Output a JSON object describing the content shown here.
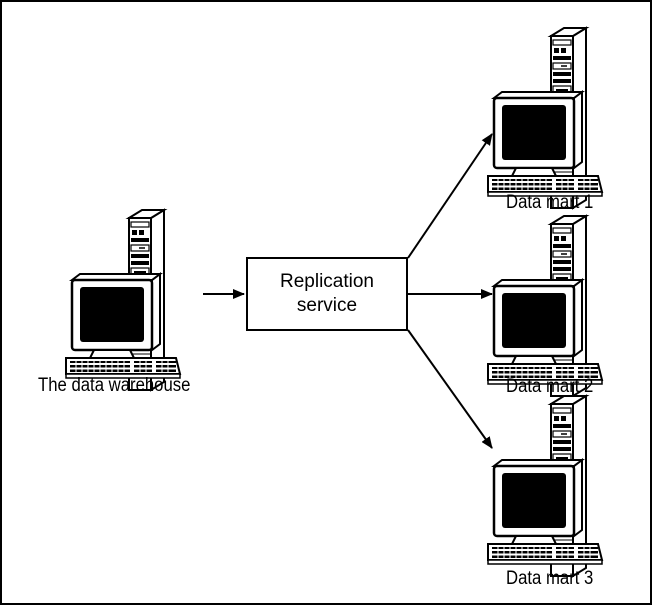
{
  "diagram": {
    "source": {
      "label": "The data warehouse",
      "icon": "computer-workstation-icon"
    },
    "process": {
      "line1": "Replication",
      "line2": "service"
    },
    "targets": [
      {
        "label": "Data mart 1",
        "icon": "computer-workstation-icon"
      },
      {
        "label": "Data mart 2",
        "icon": "computer-workstation-icon"
      },
      {
        "label": "Data mart 3",
        "icon": "computer-workstation-icon"
      }
    ],
    "colors": {
      "stroke": "#000000",
      "screen": "#000000",
      "background": "#ffffff"
    }
  }
}
